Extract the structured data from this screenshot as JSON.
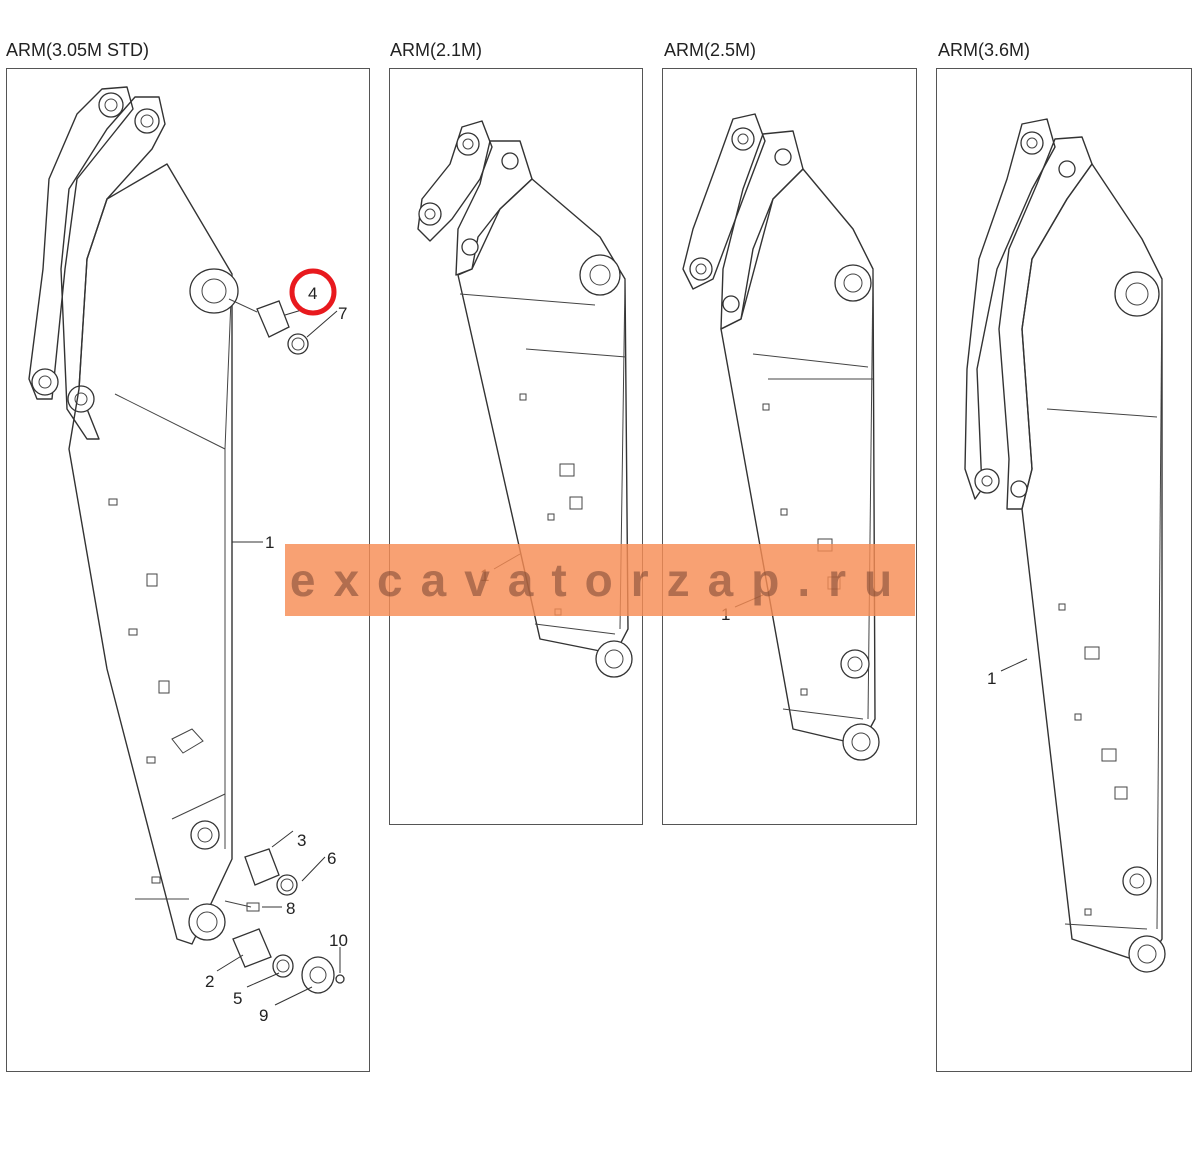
{
  "panels": [
    {
      "title": "ARM(3.05M STD)"
    },
    {
      "title": "ARM(2.1M)"
    },
    {
      "title": "ARM(2.5M)"
    },
    {
      "title": "ARM(3.6M)"
    }
  ],
  "callouts_std": {
    "c1": "1",
    "c2": "2",
    "c3": "3",
    "c4": "4",
    "c5": "5",
    "c6": "6",
    "c7": "7",
    "c8": "8",
    "c9": "9",
    "c10": "10"
  },
  "callouts_21": {
    "c1": "1"
  },
  "callouts_25": {
    "c1": "1"
  },
  "callouts_36": {
    "c1": "1"
  },
  "highlighted_part": "4",
  "watermark": "excavatorzap.ru",
  "colors": {
    "highlight": "#e8191e",
    "watermark_band": "#f68c54"
  }
}
